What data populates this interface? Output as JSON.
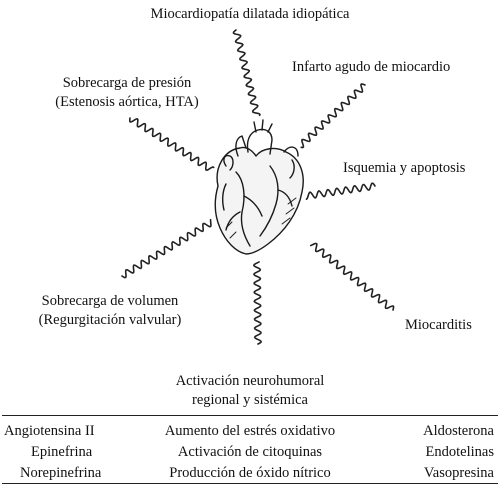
{
  "causes": {
    "top": "Miocardiopatía dilatada idiopática",
    "infarct": "Infarto agudo de miocardio",
    "pressure_1": "Sobrecarga de presión",
    "pressure_2": "(Estenosis aórtica, HTA)",
    "ischemia": "Isquemia y apoptosis",
    "volume_1": "Sobrecarga de volumen",
    "volume_2": "(Regurgitación valvular)",
    "myocarditis": "Miocarditis"
  },
  "activation": {
    "line_1": "Activación neurohumoral",
    "line_2": "regional y sistémica"
  },
  "columns": {
    "left": [
      "Angiotensina II",
      "Epinefrina",
      "Norepinefrina"
    ],
    "center": [
      "Aumento del estrés oxidativo",
      "Activación de citoquinas",
      "Producción de óxido nítrico"
    ],
    "right": [
      "Aldosterona",
      "Endotelinas",
      "Vasopresina"
    ]
  },
  "icons": {
    "center": "heart-icon"
  }
}
